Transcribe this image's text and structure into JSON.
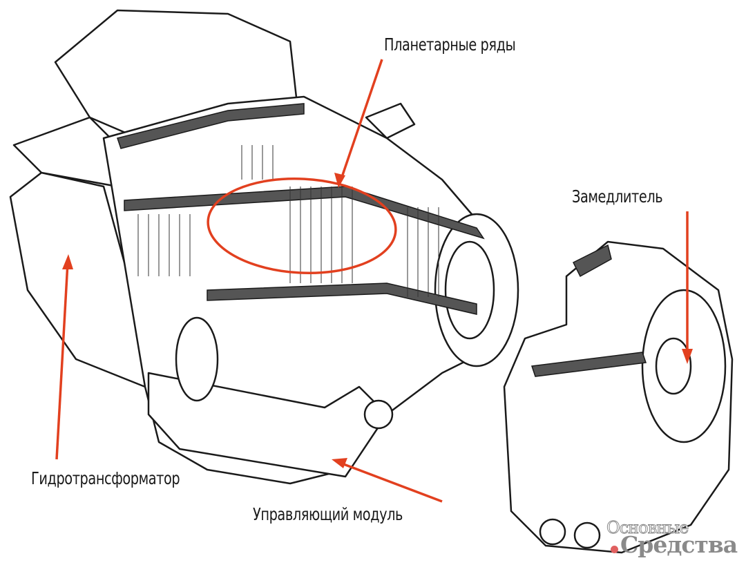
{
  "labels": {
    "planetary": "Планетарные ряды",
    "retarder": "Замедлитель",
    "torque_converter": "Гидротрансформатор",
    "control_module": "Управляющий модуль"
  },
  "watermark": {
    "line1": "Основные",
    "line2": "Средства"
  },
  "colors": {
    "accent": "#e2401f",
    "line": "#1a1a1a",
    "section": "#555555"
  }
}
